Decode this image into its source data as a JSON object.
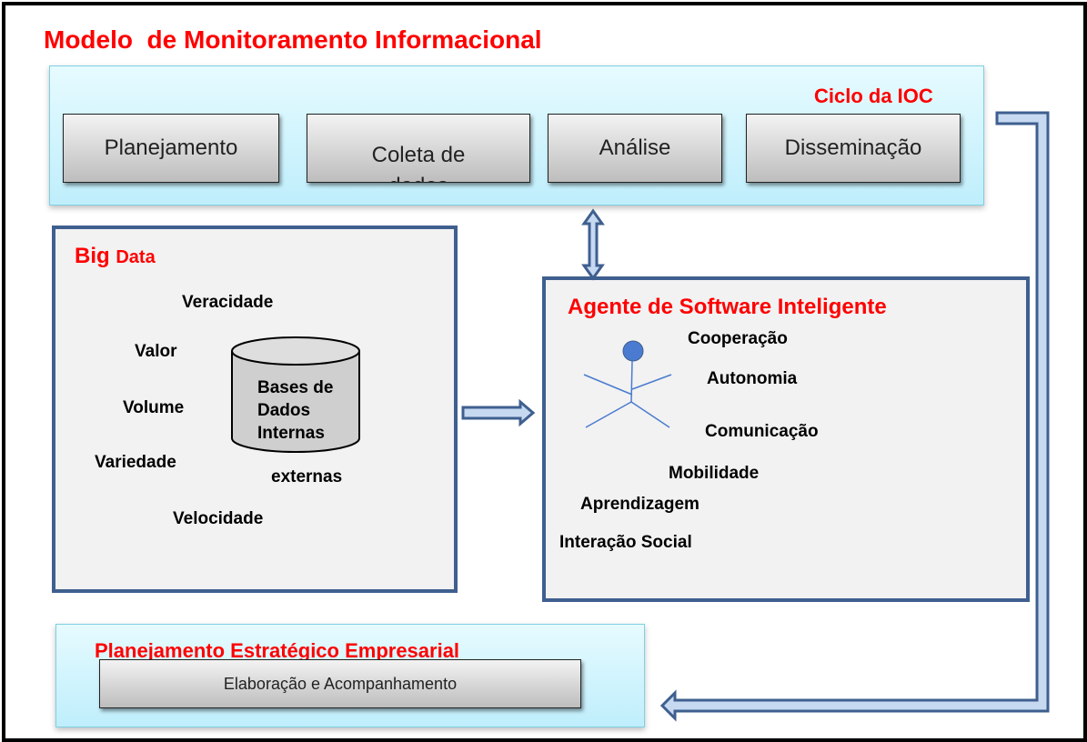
{
  "title": "Modelo  de Monitoramento Informacional",
  "ioc": {
    "title": "Ciclo da IOC",
    "steps": [
      "Planejamento",
      "Coleta de dados",
      "Análise",
      "Disseminação"
    ]
  },
  "bigdata": {
    "title_big": "Big",
    "title_data": "Data",
    "attributes": [
      "Veracidade",
      "Valor",
      "Volume",
      "Variedade",
      "Velocidade"
    ],
    "cylinder_label": "Bases de Dados Internas",
    "external_label": "externas"
  },
  "agent": {
    "title": "Agente de Software Inteligente",
    "attributes": [
      "Cooperação",
      "Autonomia",
      "Comunicação",
      "Mobilidade",
      "Aprendizagem",
      "Interação Social"
    ]
  },
  "pee": {
    "title": "Planejamento Estratégico Empresarial",
    "step": "Elaboração e Acompanhamento"
  },
  "colors": {
    "title_red": "#ff0000",
    "panel_border": "#3f5f8f",
    "arrow_fill": "#c6d9f1",
    "arrow_stroke": "#3f5f8f",
    "actor_head": "#4a7bd0"
  }
}
